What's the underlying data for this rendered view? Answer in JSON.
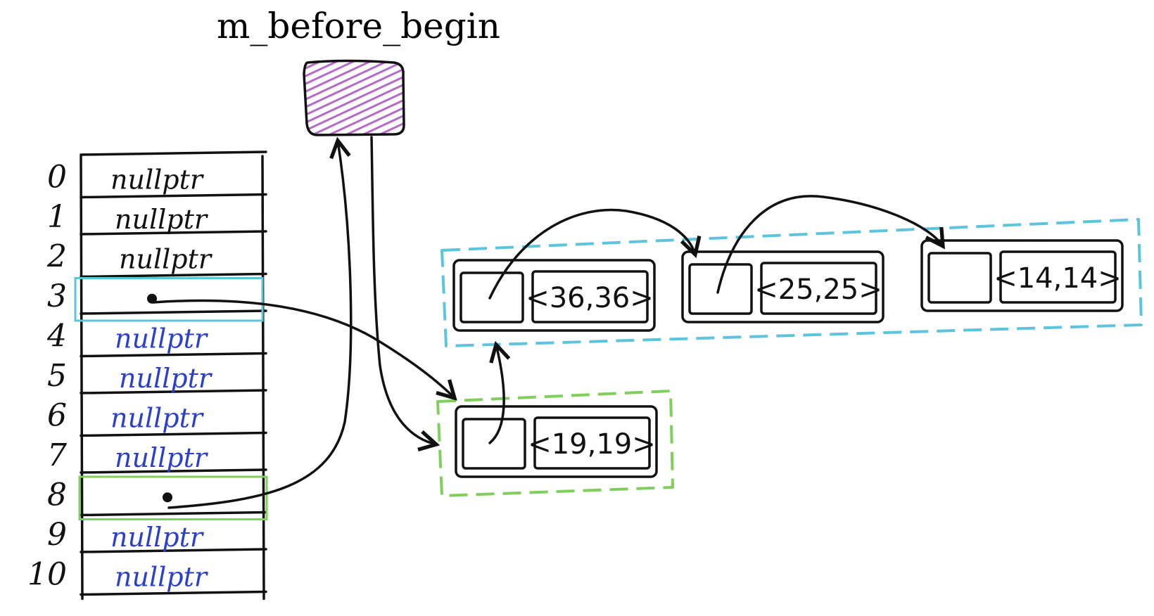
{
  "title": "m_before_begin",
  "colors": {
    "sentinel_fill": "#b56ac9",
    "blue_group": "#5cc4dc",
    "green_group": "#7fcf5a",
    "black_text": "#111111",
    "blue_text": "#2b3fcf"
  },
  "buckets": [
    {
      "index": "0",
      "value": "nullptr",
      "color": "black"
    },
    {
      "index": "1",
      "value": "nullptr",
      "color": "black"
    },
    {
      "index": "2",
      "value": "nullptr",
      "color": "black"
    },
    {
      "index": "3",
      "value": "",
      "color": "black",
      "pointer": true,
      "highlight": "blue"
    },
    {
      "index": "4",
      "value": "nullptr",
      "color": "blue"
    },
    {
      "index": "5",
      "value": "nullptr",
      "color": "blue"
    },
    {
      "index": "6",
      "value": "nullptr",
      "color": "blue"
    },
    {
      "index": "7",
      "value": "nullptr",
      "color": "blue"
    },
    {
      "index": "8",
      "value": "",
      "color": "black",
      "pointer": true,
      "highlight": "green"
    },
    {
      "index": "9",
      "value": "nullptr",
      "color": "blue"
    },
    {
      "index": "10",
      "value": "nullptr",
      "color": "blue"
    }
  ],
  "nodes": [
    {
      "id": "n36",
      "value": "<36,36>",
      "group": "blue"
    },
    {
      "id": "n25",
      "value": "<25,25>",
      "group": "blue"
    },
    {
      "id": "n14",
      "value": "<14,14>",
      "group": "blue"
    },
    {
      "id": "n19",
      "value": "<19,19>",
      "group": "green"
    }
  ]
}
